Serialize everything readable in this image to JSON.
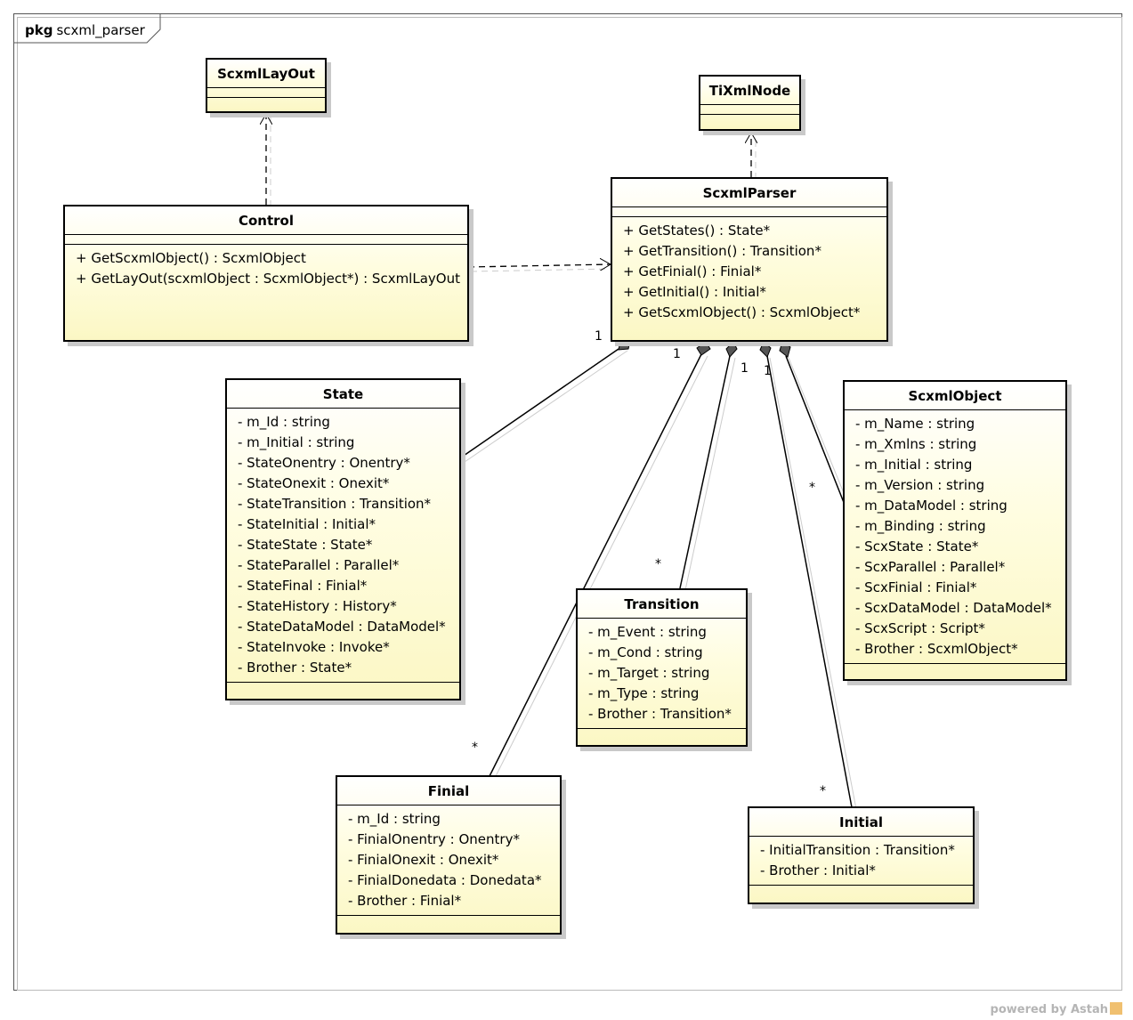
{
  "package": {
    "keyword": "pkg",
    "name": "scxml_parser"
  },
  "classes": {
    "scxmllayout": {
      "name": "ScxmlLayOut"
    },
    "tixmlnode": {
      "name": "TiXmlNode"
    },
    "control": {
      "name": "Control",
      "operations": [
        "+ GetScxmlObject() : ScxmlObject",
        "+ GetLayOut(scxmlObject : ScxmlObject*) : ScxmlLayOut"
      ]
    },
    "scxmlparser": {
      "name": "ScxmlParser",
      "operations": [
        "+ GetStates() : State*",
        "+ GetTransition() : Transition*",
        "+ GetFinial() : Finial*",
        "+ GetInitial() : Initial*",
        "+ GetScxmlObject() : ScxmlObject*"
      ]
    },
    "state": {
      "name": "State",
      "attributes": [
        "- m_Id : string",
        "- m_Initial : string",
        "- StateOnentry : Onentry*",
        "- StateOnexit : Onexit*",
        "- StateTransition : Transition*",
        "- StateInitial : Initial*",
        "- StateState : State*",
        "- StateParallel : Parallel*",
        "- StateFinal : Finial*",
        "- StateHistory : History*",
        "- StateDataModel : DataModel*",
        "- StateInvoke : Invoke*",
        "- Brother : State*"
      ]
    },
    "scxmlobject": {
      "name": "ScxmlObject",
      "attributes": [
        "- m_Name : string",
        "- m_Xmlns : string",
        "- m_Initial : string",
        "- m_Version : string",
        "- m_DataModel : string",
        "- m_Binding : string",
        "- ScxState : State*",
        "- ScxParallel : Parallel*",
        "- ScxFinial : Finial*",
        "- ScxDataModel : DataModel*",
        "- ScxScript : Script*",
        "- Brother : ScxmlObject*"
      ]
    },
    "transition": {
      "name": "Transition",
      "attributes": [
        "- m_Event : string",
        "- m_Cond : string",
        "- m_Target : string",
        "- m_Type : string",
        "- Brother : Transition*"
      ]
    },
    "finial": {
      "name": "Finial",
      "attributes": [
        "- m_Id : string",
        "- FinialOnentry : Onentry*",
        "- FinialOnexit : Onexit*",
        "- FinialDonedata : Donedata*",
        "- Brother : Finial*"
      ]
    },
    "initial": {
      "name": "Initial",
      "attributes": [
        "- InitialTransition : Transition*",
        "- Brother : Initial*"
      ]
    }
  },
  "multiplicities": {
    "state_one": "1",
    "state_many": "*",
    "finial_one": "1",
    "finial_many": "*",
    "transition_one": "1",
    "transition_many": "*",
    "initial_one": "1",
    "initial_many": "*",
    "scxmlobject_many": "*"
  },
  "footer": {
    "powered_by": "powered by Astah"
  }
}
